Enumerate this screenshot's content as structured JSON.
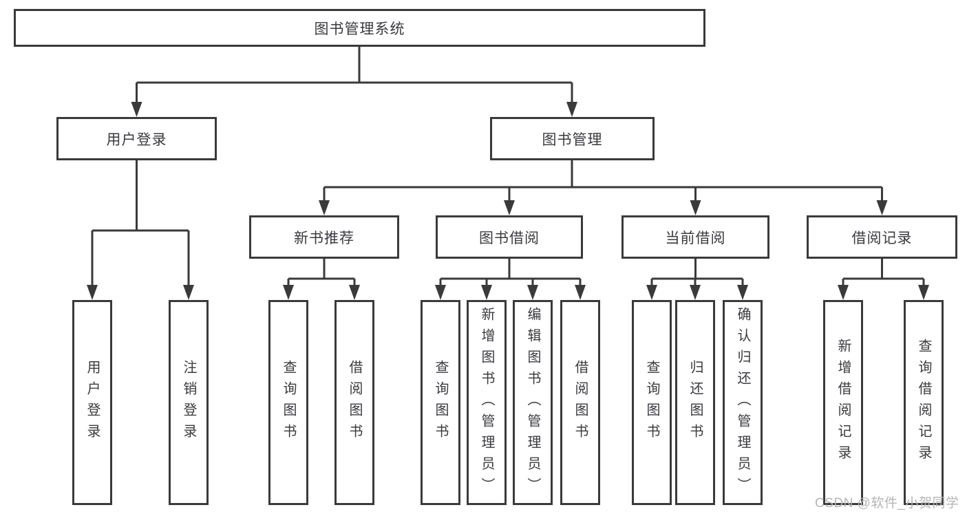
{
  "tree": {
    "root": {
      "label": "图书管理系统"
    },
    "user_login": {
      "label": "用户登录",
      "children": [
        {
          "label": "用户登录"
        },
        {
          "label": "注销登录"
        }
      ]
    },
    "book_management": {
      "label": "图书管理",
      "sections": [
        {
          "label": "新书推荐",
          "children": [
            {
              "label": "查询图书"
            },
            {
              "label": "借阅图书"
            }
          ]
        },
        {
          "label": "图书借阅",
          "children": [
            {
              "label": "查询图书"
            },
            {
              "label": "新增图书（管理员）"
            },
            {
              "label": "编辑图书（管理员）"
            },
            {
              "label": "借阅图书"
            }
          ]
        },
        {
          "label": "当前借阅",
          "children": [
            {
              "label": "查询图书"
            },
            {
              "label": "归还图书"
            },
            {
              "label": "确认归还（管理员）"
            }
          ]
        },
        {
          "label": "借阅记录",
          "children": [
            {
              "label": "新增借阅记录"
            },
            {
              "label": "查询借阅记录"
            }
          ]
        }
      ]
    }
  },
  "watermark": {
    "text": "CSDN @软件_小贺同学"
  },
  "colors": {
    "line": "#3a3a3a",
    "text": "#3a3a40",
    "background": "#ffffff",
    "watermark": "#b5b5b5"
  }
}
